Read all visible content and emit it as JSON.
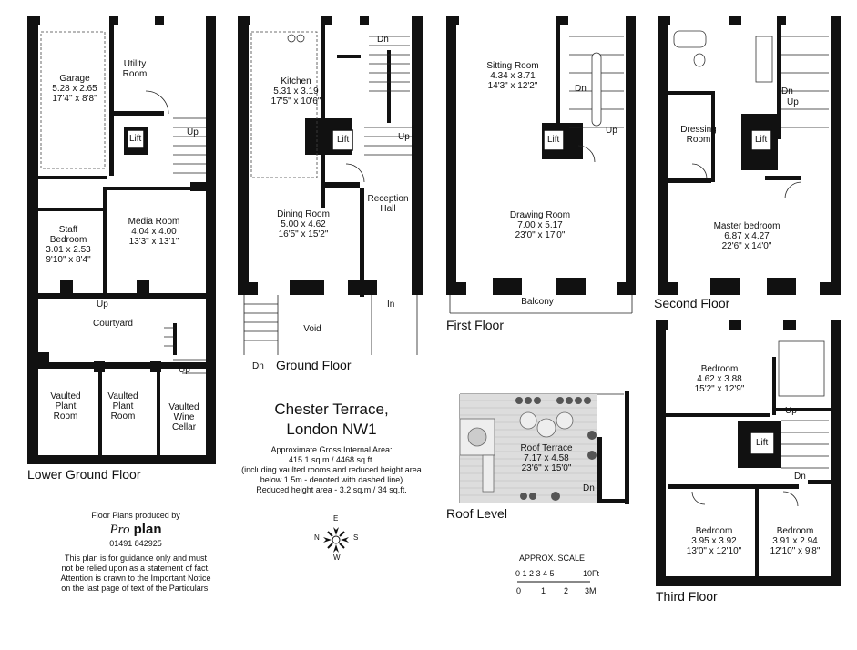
{
  "title": {
    "line1": "Chester Terrace,",
    "line2": "London NW1"
  },
  "area": {
    "line1": "Approximate Gross Internal Area:",
    "line2": "415.1 sq.m / 4468 sq.ft.",
    "line3": "(including vaulted rooms and reduced height area",
    "line4": "below 1.5m - denoted with dashed line)",
    "line5": "Reduced height area - 3.2 sq.m / 34 sq.ft."
  },
  "floors": {
    "lower_ground": "Lower Ground Floor",
    "ground": "Ground Floor",
    "first": "First Floor",
    "second": "Second Floor",
    "third": "Third Floor",
    "roof": "Roof Level"
  },
  "rooms": {
    "garage": {
      "name": "Garage",
      "metric": "5.28 x 2.65",
      "imperial": "17'4\" x 8'8\""
    },
    "utility": {
      "name": "Utility",
      "name2": "Room"
    },
    "staff_bedroom": {
      "name": "Staff",
      "name2": "Bedroom",
      "metric": "3.01 x 2.53",
      "imperial": "9'10\" x 8'4\""
    },
    "media_room": {
      "name": "Media Room",
      "metric": "4.04 x 4.00",
      "imperial": "13'3\" x 13'1\""
    },
    "courtyard": {
      "name": "Courtyard"
    },
    "vaulted_plant_1": {
      "name": "Vaulted",
      "name2": "Plant",
      "name3": "Room"
    },
    "vaulted_plant_2": {
      "name": "Vaulted",
      "name2": "Plant",
      "name3": "Room"
    },
    "vaulted_wine": {
      "name": "Vaulted",
      "name2": "Wine",
      "name3": "Cellar"
    },
    "kitchen": {
      "name": "Kitchen",
      "metric": "5.31 x 3.19",
      "imperial": "17'5\" x 10'6\""
    },
    "dining_room": {
      "name": "Dining Room",
      "metric": "5.00 x 4.62",
      "imperial": "16'5\" x 15'2\""
    },
    "reception_hall": {
      "name": "Reception",
      "name2": "Hall"
    },
    "void": {
      "name": "Void"
    },
    "sitting_room": {
      "name": "Sitting Room",
      "metric": "4.34 x 3.71",
      "imperial": "14'3\" x 12'2\""
    },
    "drawing_room": {
      "name": "Drawing Room",
      "metric": "7.00 x 5.17",
      "imperial": "23'0\" x 17'0\""
    },
    "balcony": {
      "name": "Balcony"
    },
    "dressing_room": {
      "name": "Dressing",
      "name2": "Room"
    },
    "master_bedroom": {
      "name": "Master bedroom",
      "metric": "6.87 x 4.27",
      "imperial": "22'6\" x 14'0\""
    },
    "bedroom_top": {
      "name": "Bedroom",
      "metric": "4.62 x 3.88",
      "imperial": "15'2\" x 12'9\""
    },
    "bedroom_left": {
      "name": "Bedroom",
      "metric": "3.95 x 3.92",
      "imperial": "13'0\" x 12'10\""
    },
    "bedroom_right": {
      "name": "Bedroom",
      "metric": "3.91 x 2.94",
      "imperial": "12'10\" x 9'8\""
    },
    "roof_terrace": {
      "name": "Roof Terrace",
      "metric": "7.17 x 4.58",
      "imperial": "23'6\" x 15'0\""
    }
  },
  "tags": {
    "lift": "Lift",
    "up": "Up",
    "dn": "Dn",
    "in": "In"
  },
  "credit": {
    "produced_by": "Floor Plans produced by",
    "logo_italic": "Pro",
    "logo_bold": "plan",
    "phone": "01491 842925",
    "notice1": "This plan is for guidance only and must",
    "notice2": "not be relied upon as a statement of fact.",
    "notice3": "Attention is drawn to the Important Notice",
    "notice4": "on the last page of text of the Particulars."
  },
  "scale": {
    "title": "APPROX. SCALE",
    "feet_ticks": "0 1 2 3 4 5",
    "feet_end": "10Ft",
    "m0": "0",
    "m1": "1",
    "m2": "2",
    "m3": "3M"
  },
  "compass": {
    "n": "N",
    "e": "E",
    "s": "S",
    "w": "W"
  }
}
